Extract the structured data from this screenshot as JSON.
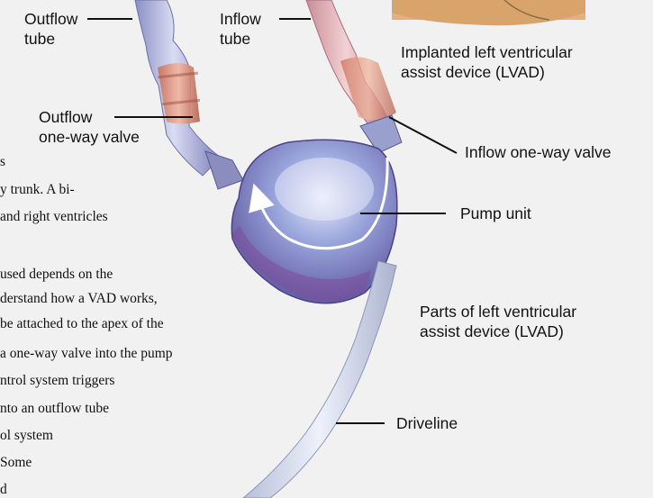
{
  "labels": {
    "outflow_tube": [
      "Outflow",
      "tube"
    ],
    "inflow_tube": [
      "Inflow",
      "tube"
    ],
    "implanted_lvad": [
      "Implanted left ventricular",
      "assist device (LVAD)"
    ],
    "outflow_valve": [
      "Outflow",
      "one-way valve"
    ],
    "inflow_valve": "Inflow one-way valve",
    "pump_unit": "Pump unit",
    "parts_lvad": [
      "Parts of left ventricular",
      "assist device (LVAD)"
    ],
    "driveline": "Driveline"
  },
  "body_text": [
    "s",
    "y trunk. A bi-",
    "and right ventricles",
    "used depends on the",
    "derstand how a VAD works,",
    "be attached to the apex of the",
    " a one-way valve into the pump",
    "ntrol system triggers",
    "nto an outflow tube",
    "ol system",
    "Some",
    "d"
  ]
}
